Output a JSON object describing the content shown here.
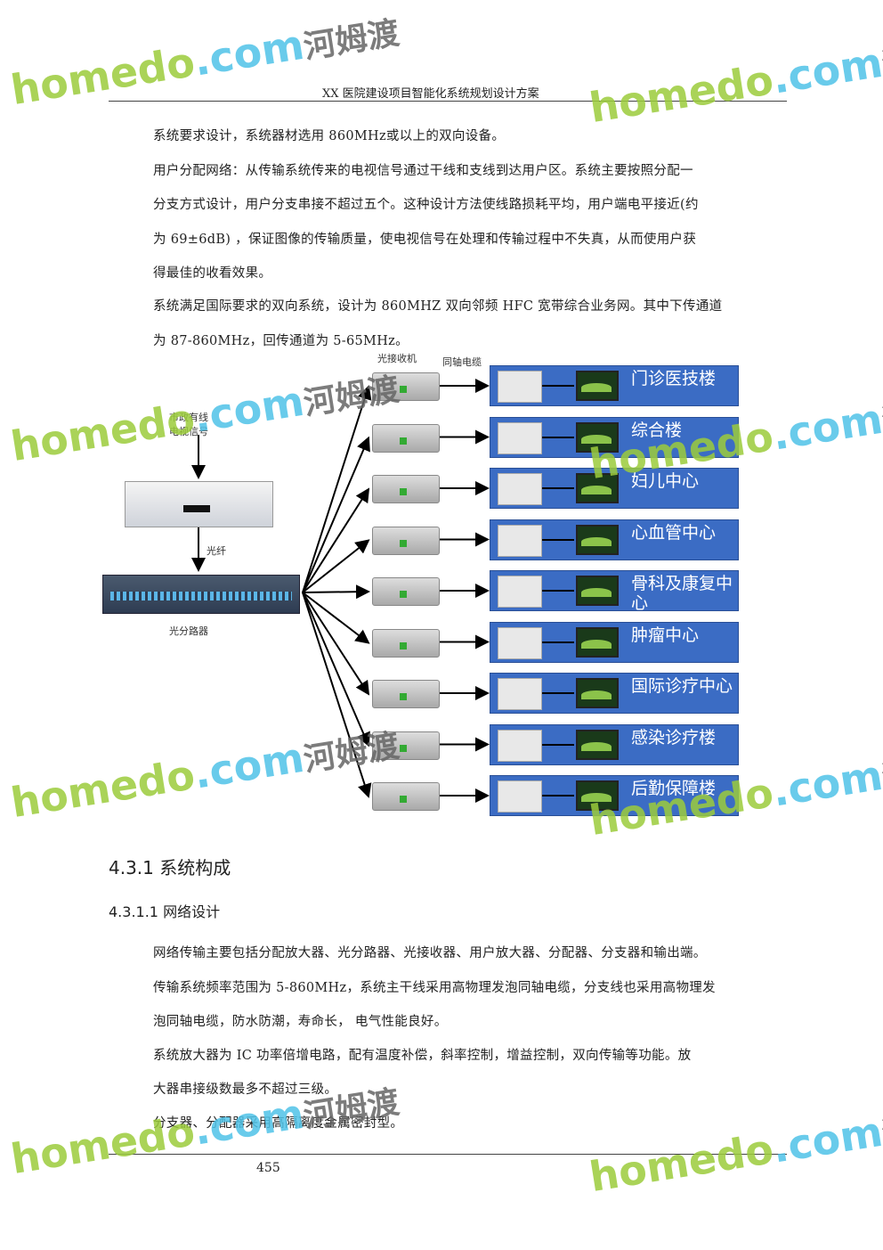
{
  "header": {
    "title": "XX 医院建设项目智能化系统规划设计方案"
  },
  "paragraphs_top": [
    "系统要求设计，系统器材选用 860MHz或以上的双向设备。",
    "用户分配网络：从传输系统传来的电视信号通过干线和支线到达用户区。系统主要按照分配一",
    "分支方式设计，用户分支串接不超过五个。这种设计方法使线路损耗平均，用户端电平接近(约",
    "为 69±6dB) ，保证图像的传输质量，使电视信号在处理和传输过程中不失真，从而使用户获",
    "得最佳的收看效果。",
    "系统满足国际要求的双向系统，设计为 860MHZ 双向邻频 HFC 宽带综合业务网。其中下传通道",
    "为 87-860MHz，回传通道为 5-65MHz。"
  ],
  "diagram": {
    "labels": {
      "receiver": "光接收机",
      "coax": "同轴电缆",
      "source": "市政有线电视信号",
      "fiber": "光纤",
      "splitter": "光分路器"
    },
    "buildings": [
      "门诊医技楼",
      "综合楼",
      "妇儿中心",
      "心血管中心",
      "骨科及康复中心",
      "肿瘤中心",
      "国际诊疗中心",
      "感染诊疗楼",
      "后勤保障楼"
    ]
  },
  "section": {
    "h1": "4.3.1  系统构成",
    "h2": "4.3.1.1  网络设计"
  },
  "paragraphs_bottom": [
    "网络传输主要包括分配放大器、光分路器、光接收器、用户放大器、分配器、分支器和输出端。",
    "传输系统频率范围为 5-860MHz，系统主干线采用高物理发泡同轴电缆，分支线也采用高物理发",
    "泡同轴电缆，防水防潮，寿命长，  电气性能良好。",
    "系统放大器为 IC 功率倍增电路，配有温度补偿，斜率控制，增益控制，双向传输等功能。放",
    "大器串接级数最多不超过三级。",
    "分支器、分配器采用高隔离度金属密封型。"
  ],
  "footer": {
    "page_number": "455"
  },
  "watermark": {
    "a": "homedo",
    "b": ".com",
    "c": "河姆渡"
  }
}
